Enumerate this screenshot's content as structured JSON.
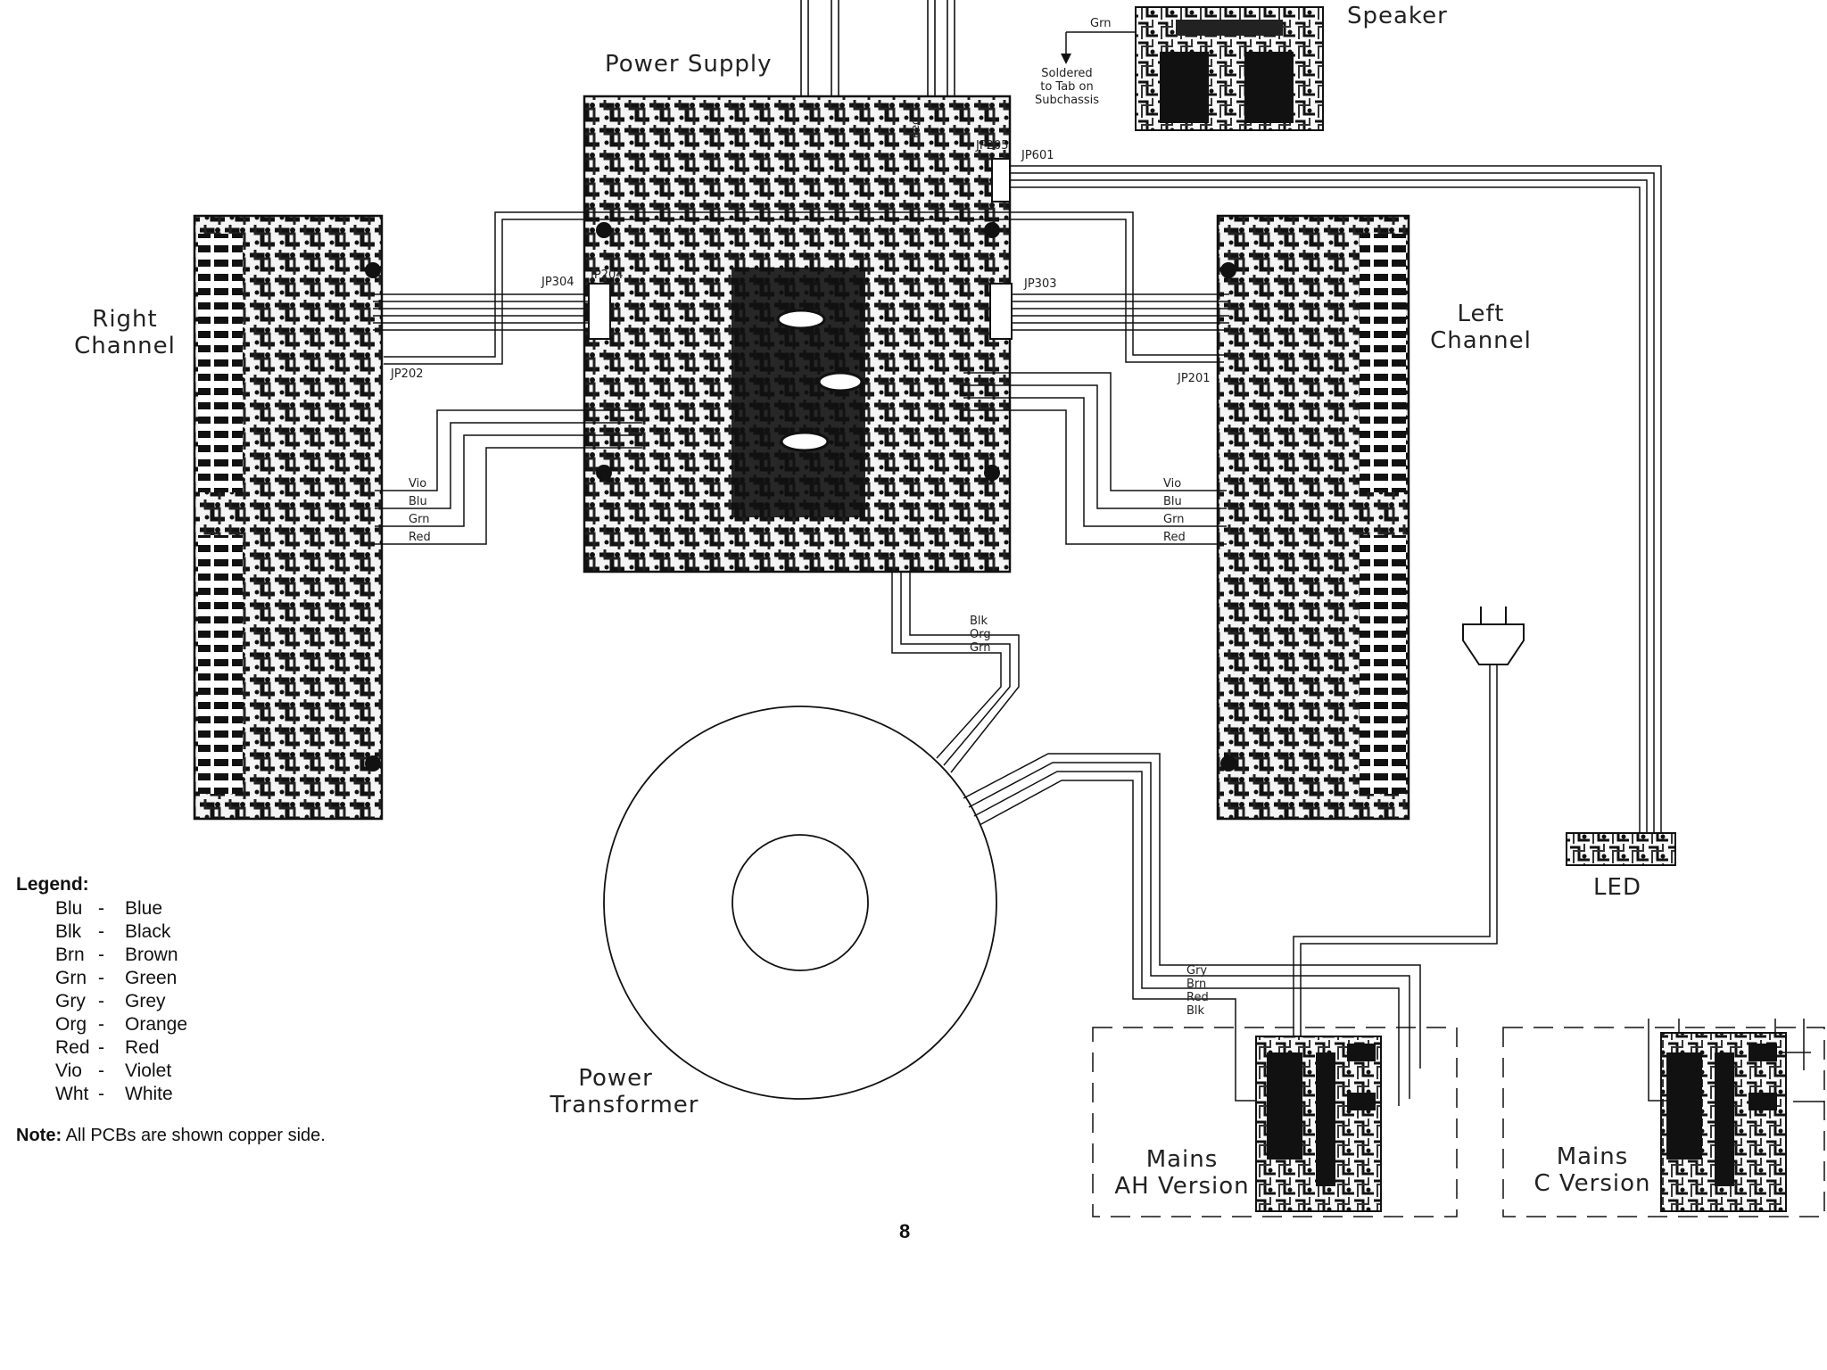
{
  "labels": {
    "speaker": "Speaker",
    "power_supply": "Power Supply",
    "right_channel_1": "Right",
    "right_channel_2": "Channel",
    "left_channel_1": "Left",
    "left_channel_2": "Channel",
    "power_transformer_1": "Power",
    "power_transformer_2": "Transformer",
    "led": "LED",
    "mains_ah_1": "Mains",
    "mains_ah_2": "AH Version",
    "mains_c_1": "Mains",
    "mains_c_2": "C Version",
    "soldered_1": "Soldered",
    "soldered_2": "to Tab on",
    "soldered_3": "Subchassis",
    "speaker_grn": "Grn",
    "psu_red": "Red"
  },
  "connectors": {
    "jp601": "JP601",
    "jp205": "JP205",
    "jp304": "JP304",
    "jp204": "JP204",
    "jp303": "JP303",
    "jp202": "JP202",
    "jp201": "JP201"
  },
  "right_wires": [
    "Vio",
    "Blu",
    "Grn",
    "Red"
  ],
  "left_wires": [
    "Vio",
    "Blu",
    "Grn",
    "Red"
  ],
  "transformer_wires": [
    "Blk",
    "Org",
    "Grn"
  ],
  "mains_wires": [
    "Gry",
    "Brn",
    "Red",
    "Blk"
  ],
  "legend": {
    "title": "Legend:",
    "items": [
      {
        "abbr": "Blu",
        "name": "Blue"
      },
      {
        "abbr": "Blk",
        "name": "Black"
      },
      {
        "abbr": "Brn",
        "name": "Brown"
      },
      {
        "abbr": "Grn",
        "name": "Green"
      },
      {
        "abbr": "Gry",
        "name": "Grey"
      },
      {
        "abbr": "Org",
        "name": "Orange"
      },
      {
        "abbr": "Red",
        "name": "Red"
      },
      {
        "abbr": "Vio",
        "name": "Violet"
      },
      {
        "abbr": "Wht",
        "name": "White"
      }
    ]
  },
  "note": {
    "label": "Note:",
    "text": "All PCBs are shown copper side."
  },
  "page_number": "8"
}
